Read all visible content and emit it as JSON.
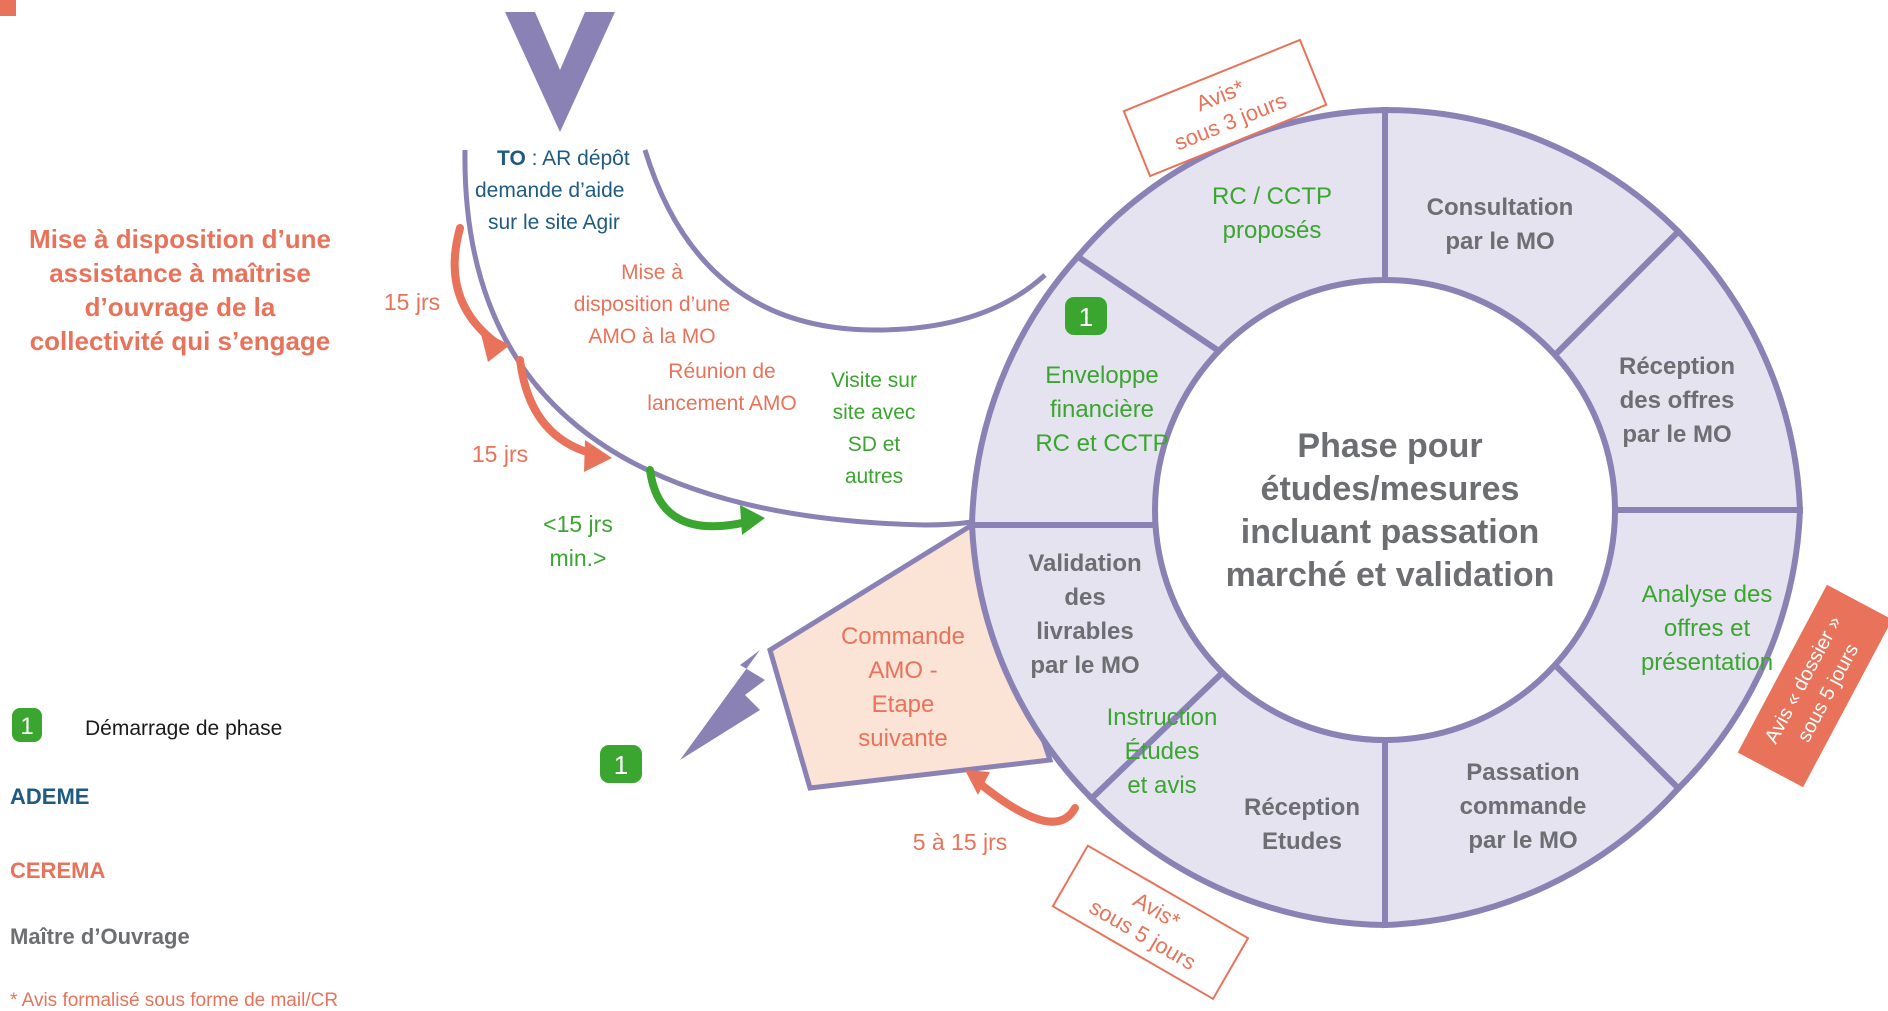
{
  "colors": {
    "purple": "#8a82b4",
    "wheel_fill": "#e6e3f0",
    "orange": "#e8735a",
    "green": "#3aa52f",
    "teal": "#1e5a82",
    "gray": "#6d6e71",
    "peach": "#fbe3d6"
  },
  "center": [
    "Phase pour",
    "études/mesures",
    "incluant passation",
    "marché et validation"
  ],
  "segments": {
    "enveloppe": [
      "Enveloppe",
      "financière",
      "RC et CCTP"
    ],
    "rc_cctp": [
      "RC / CCTP",
      "proposés"
    ],
    "consultation": [
      "Consultation",
      "par le MO"
    ],
    "reception_offres": [
      "Réception",
      "des offres",
      "par le MO"
    ],
    "analyse": [
      "Analyse des",
      "offres et",
      "présentation"
    ],
    "passation": [
      "Passation",
      "commande",
      "par le MO"
    ],
    "reception_etudes": [
      "Réception",
      "Etudes"
    ],
    "validation": [
      "Validation",
      "des",
      "livrables",
      "par le MO"
    ],
    "instruction": [
      "Instruction",
      "Études",
      "et avis"
    ]
  },
  "arc_texts": {
    "to_bold": "TO",
    "to_rest": " : AR dépôt",
    "to_line2": "demande d’aide",
    "to_line3": "sur le site Agir",
    "mise": [
      "Mise à",
      "disposition d’une",
      "AMO à la MO"
    ],
    "reunion": [
      "Réunion de",
      "lancement  AMO"
    ],
    "visite": [
      "Visite sur",
      "site avec",
      "SD et",
      "autres"
    ]
  },
  "delays": {
    "d1": "15 jrs",
    "d2": "15 jrs",
    "d3": [
      "<15 jrs",
      "min.>"
    ],
    "d4": "5 à 15 jrs"
  },
  "commande": [
    "Commande",
    "AMO -",
    "Etape",
    "suivante"
  ],
  "boxes": {
    "avis3": [
      "Avis*",
      "sous 3 jours"
    ],
    "avis5": [
      "Avis*",
      "sous 5 jours"
    ],
    "dossier": [
      "Avis « dossier »",
      "sous 5 jours"
    ]
  },
  "left_title": [
    "Mise à disposition d’une",
    "assistance à maîtrise",
    "d’ouvrage de la",
    "collectivité qui s’engage"
  ],
  "badge_label": "1",
  "legend": {
    "demarrage": "Démarrage de phase",
    "ademe": "ADEME",
    "cerema": "CEREMA",
    "mo": "Maître d’Ouvrage",
    "footnote": "* Avis formalisé sous forme de mail/CR"
  }
}
